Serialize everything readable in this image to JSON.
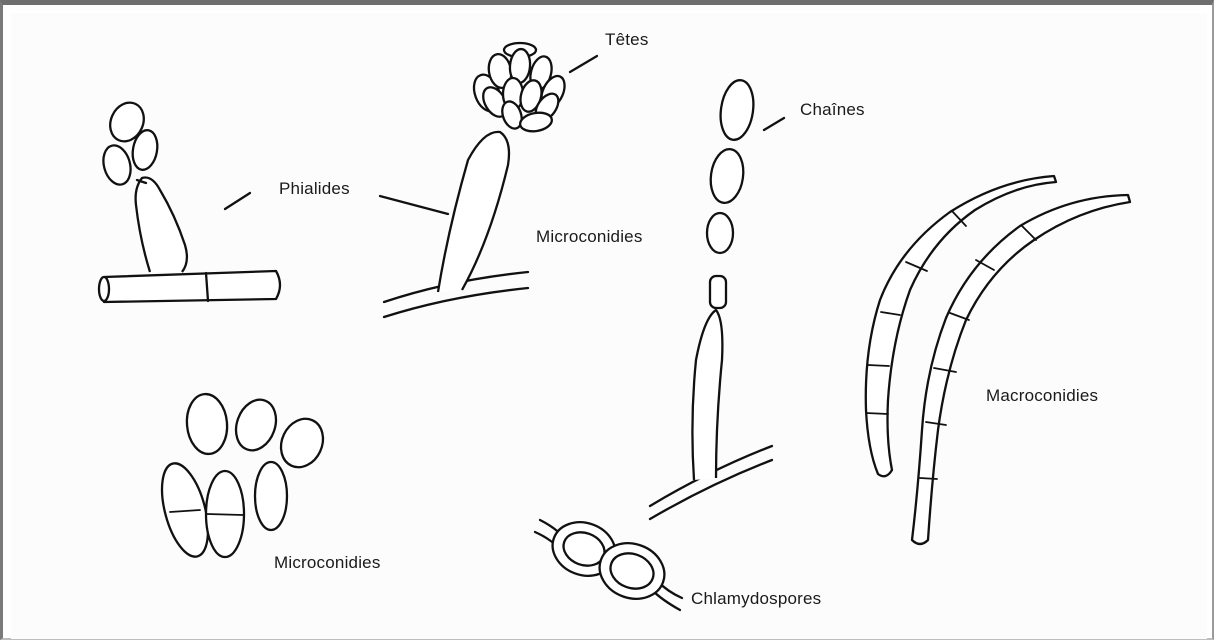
{
  "labels": {
    "tetes": "Têtes",
    "chaines": "Chaînes",
    "phialides": "Phialides",
    "microconidies_top": "Microconidies",
    "macroconidies": "Macroconidies",
    "microconidies_bottom": "Microconidies",
    "chlamydospores": "Chlamydospores"
  }
}
